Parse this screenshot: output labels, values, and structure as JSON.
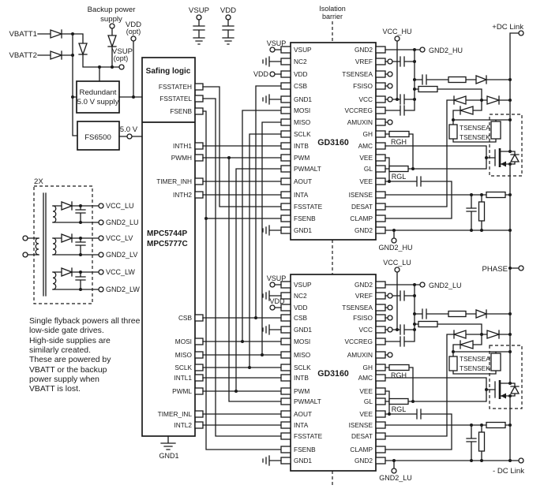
{
  "power": {
    "backup1": "Backup power",
    "backup2": "supply",
    "vdd_opt1": "VDD",
    "vdd_opt2": "(opt)",
    "vbatt1": "VBATT1",
    "vbatt2": "VBATT2",
    "vsup_opt1": "VSUP",
    "vsup_opt2": "(opt)",
    "redundant1": "Redundant",
    "redundant2": "5.0 V supply",
    "fs6500": "FS6500",
    "five_v": "5.0 V"
  },
  "mcu": {
    "safing_title": "Safing logic",
    "part1": "MPC5744P",
    "part2": "MPC5777C",
    "gnd": "GND1",
    "safing_pins": [
      "FSSTATEH",
      "FSSTATEL",
      "FSENB"
    ],
    "upper_pins": [
      "INTH1",
      "PWMH",
      "TIMER_INH",
      "INTH2"
    ],
    "lower_pins": [
      "CSB",
      "MOSI",
      "MISO",
      "SCLK",
      "INTL1",
      "PWML",
      "TIMER_INL",
      "INTL2"
    ]
  },
  "decoupling": {
    "vsup": "VSUP",
    "vdd": "VDD"
  },
  "isolation": {
    "line1": "Isolation",
    "line2": "barrier"
  },
  "gd_pins": {
    "left": [
      "VSUP",
      "NC2",
      "VDD",
      "CSB",
      "GND1",
      "MOSI",
      "MISO",
      "SCLK",
      "INTB",
      "PWM",
      "PWMALT",
      "AOUT",
      "INTA",
      "FSSTATE",
      "FSENB",
      "GND1"
    ],
    "right": [
      "GND2",
      "VREF",
      "TSENSEA",
      "FSISO",
      "VCC",
      "VCCREG",
      "AMUXIN",
      "GH",
      "AMC",
      "VEE",
      "GL",
      "VEE",
      "ISENSE",
      "DESAT",
      "CLAMP",
      "GND2"
    ]
  },
  "driver_hu": {
    "part": "GD3160",
    "vsup": "VSUP",
    "vdd": "VDD",
    "vcc": "VCC_HU",
    "gnd2": "GND2_HU",
    "gnd2_bottom": "GND2_HU",
    "rgh": "RGH",
    "rgl": "RGL",
    "tsensea": "TSENSEA",
    "tsensek": "TSENSEK"
  },
  "driver_lu": {
    "part": "GD3160",
    "vsup": "VSUP",
    "vdd": "VDD",
    "vcc": "VCC_LU",
    "gnd2": "GND2_LU",
    "gnd2_bottom": "GND2_LU",
    "rgh": "RGH",
    "rgl": "RGL",
    "tsensea": "TSENSEA",
    "tsensek": "TSENSEK"
  },
  "flyback": {
    "mult": "2X",
    "out": [
      "VCC_LU",
      "GND2_LU",
      "VCC_LV",
      "GND2_LV",
      "VCC_LW",
      "GND2_LW"
    ]
  },
  "note": [
    "Single flyback powers all three",
    "low-side gate drives.",
    "High-side supplies are",
    "similarly created.",
    "These are powered by",
    "VBATT or the backup",
    "power supply when",
    "VBATT is lost."
  ],
  "bus": {
    "dc_plus": "+DC Link",
    "phase": "PHASE",
    "dc_minus": "- DC Link"
  }
}
